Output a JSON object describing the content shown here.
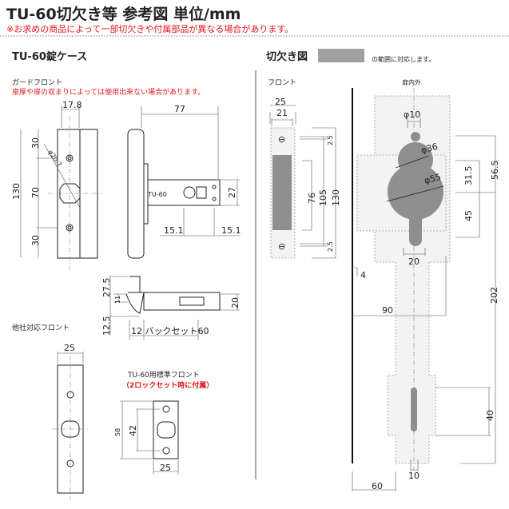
{
  "header": {
    "title": "TU-60切欠き等 参考図 単位/mm",
    "note": "※お求めの商品によって一部切欠きや付属部品が異なる場合があります。"
  },
  "left": {
    "section_title": "TU-60錠ケース",
    "guard_front": {
      "label": "ガードフロント",
      "warning": "扉厚や扉の収まりによっては使用出来ない場合があります。"
    },
    "front_dims": {
      "width": "17.8",
      "height": "130",
      "top": "30",
      "mid": "70",
      "bottom": "30",
      "hole": "φ20.7"
    },
    "side_dims": {
      "length": "77",
      "height": "27",
      "offset_left": "15.1",
      "offset_right": "15.1",
      "engraving": "TU-60"
    },
    "bottom_dims": {
      "a": "27.5",
      "b": "11",
      "c": "12.5",
      "d": "20",
      "backset": "12 バックセット60"
    },
    "other_front": {
      "label": "他社対応フロント",
      "width": "25"
    },
    "std_front": {
      "label": "TU-60用標準フロント",
      "note": "（2ロックセット時に付属）",
      "h1": "58",
      "h2": "42",
      "width": "25"
    }
  },
  "right": {
    "section_title": "切欠き図",
    "legend_text": "の範囲に対応します。",
    "legend_color": "#a0a0a0",
    "front_label": "フロント",
    "door_label": "扉内外",
    "front_dims": {
      "w_outer": "25",
      "w_inner": "21",
      "h76": "76",
      "h105": "105",
      "h130": "130",
      "m_top": "2.5",
      "m_bot": "2.5"
    },
    "door_dims": {
      "d10": "φ10",
      "d36": "φ36",
      "d55": "φ55",
      "h56": "56.5",
      "h31": "31.5",
      "h45": "45",
      "w20": "20",
      "h202": "202",
      "d4": "4",
      "w90": "90",
      "h40": "40",
      "w10": "10",
      "w60": "60"
    }
  }
}
